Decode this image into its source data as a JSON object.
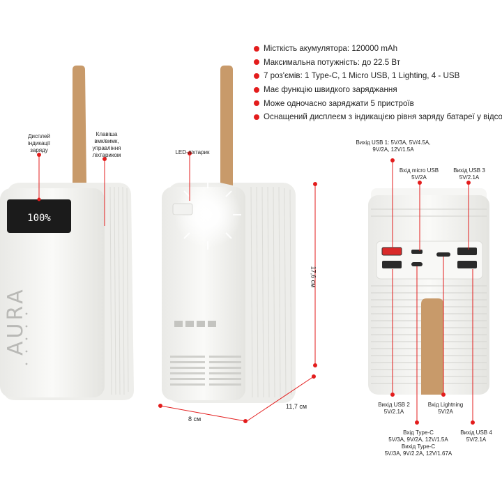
{
  "features": [
    "Місткість акумулятора: 120000 mAh",
    "Максимальна потужність: до 22.5 Вт",
    "7 роз'ємів: 1 Type-C, 1 Micro USB,  1 Lighting, 4 - USB",
    "Має функцію швидкого заряджання",
    "Може одночасно заряджати 5 пристроїв",
    "Оснащений дисплеєм з індикацією рівня заряду батареї у відсотках"
  ],
  "callouts": {
    "display": [
      "Дисплей",
      "індикації",
      "заряду"
    ],
    "button": [
      "Клавіша",
      "вмк/вимк,",
      "управління",
      "ліхтариком"
    ],
    "led": [
      "LED-ліхтарик"
    ],
    "usb1": [
      "Вихід USB 1:  5V/3A, 5V/4.5A,",
      "9V/2A, 12V/1.5A"
    ],
    "micro": [
      "Вхід micro USB",
      "5V/2A"
    ],
    "usb3": [
      "Вихід USB 3",
      "5V/2.1A"
    ],
    "usb2": [
      "Вихід USB 2",
      "5V/2.1A"
    ],
    "lightning": [
      "Вхід Lightning",
      "5V/2A"
    ],
    "typec": [
      "Вхід Type-C",
      "5V/3A, 9V/2A, 12V/1.5A",
      "Вихід Type-C",
      "5V/3A, 9V/2.2A, 12V/1.67A"
    ],
    "usb4": [
      "Вихід USB 4",
      "5V/2.1A"
    ]
  },
  "display_reading": "100%",
  "brand_logo": "AURA",
  "dimensions": {
    "width": "8 см",
    "depth": "11,7 см",
    "height": "17,6 см"
  },
  "colors": {
    "accent": "#e31c1c",
    "strap": "#c89a6a",
    "body": "#f4f4f2"
  }
}
